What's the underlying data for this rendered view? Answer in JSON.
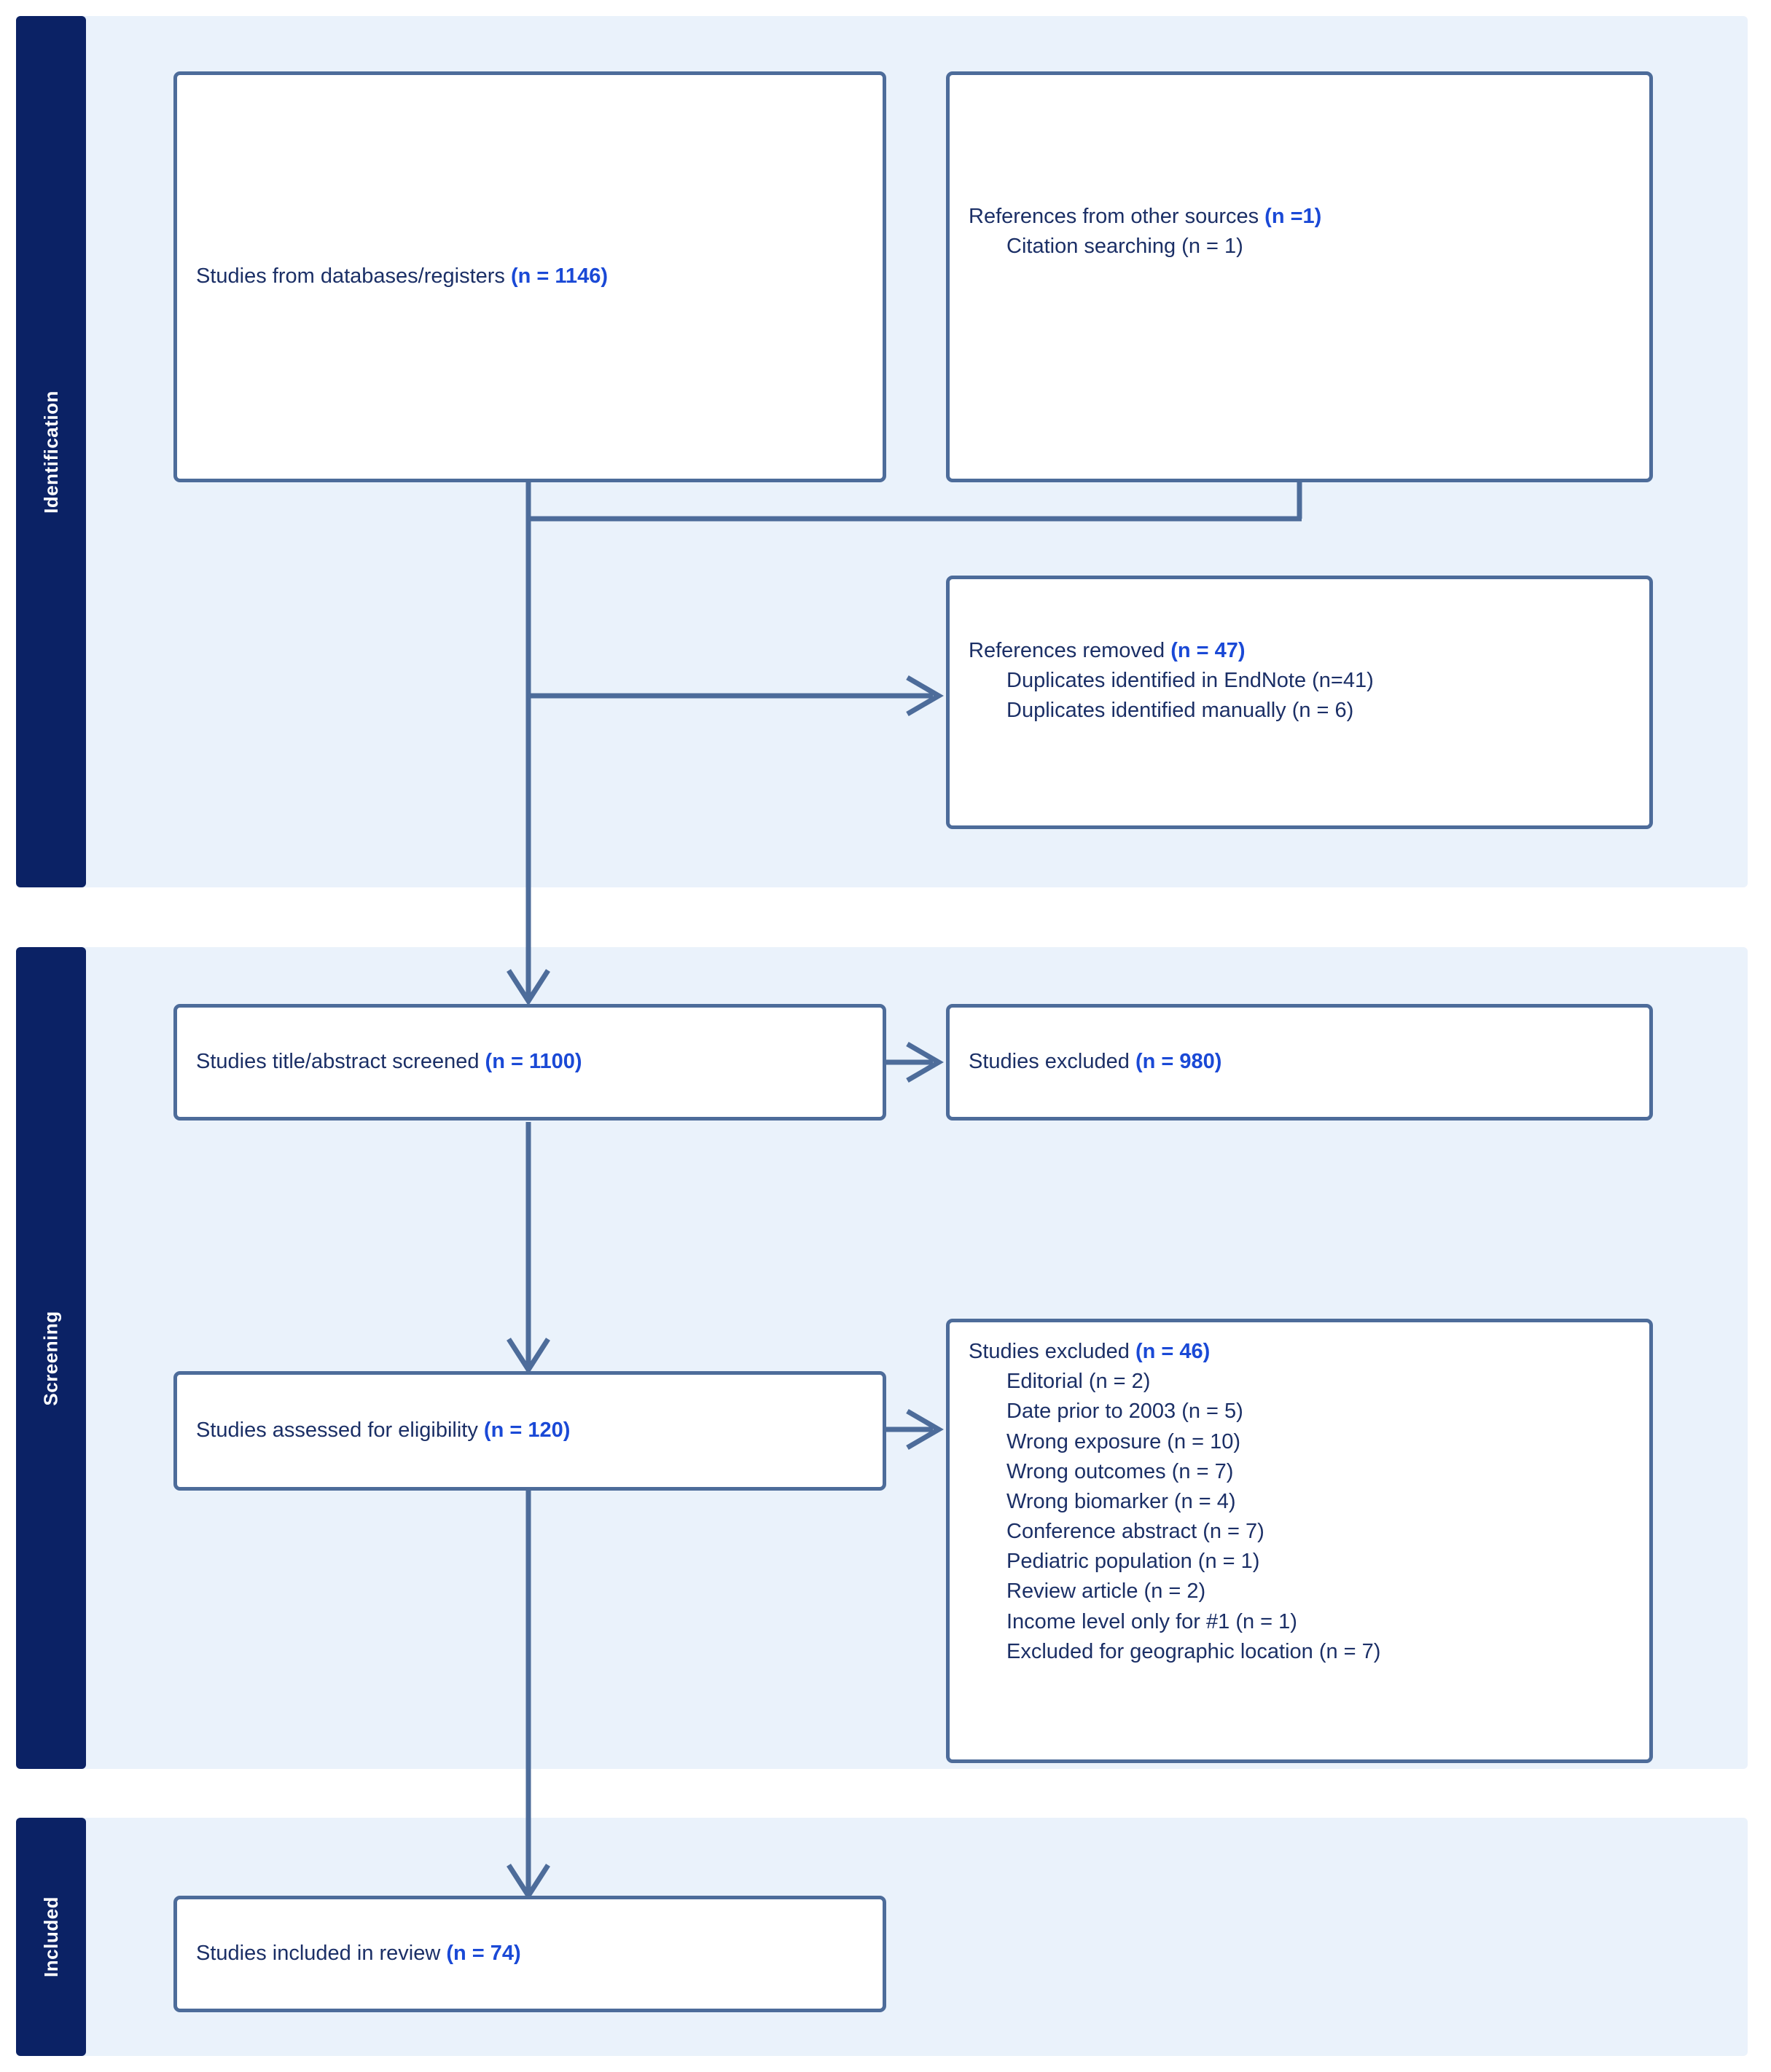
{
  "diagram": {
    "type": "prisma-flow-diagram",
    "accent_color": "#1a49d6",
    "text_color": "#1b2f66",
    "box_border_color": "#4d6c9a",
    "panel_color": "#eaf2fb",
    "tab_color": "#0b2265"
  },
  "stages": [
    {
      "id": "identification",
      "label": "Identification"
    },
    {
      "id": "screening",
      "label": "Screening"
    },
    {
      "id": "included",
      "label": "Included"
    }
  ],
  "boxes": {
    "databases": {
      "lines": [
        {
          "text": "Studies from databases/registers ",
          "accent": "(n = 1146)",
          "sub": false
        }
      ]
    },
    "other_sources": {
      "lines": [
        {
          "text": "References from other sources ",
          "accent": "(n =1)",
          "sub": false
        },
        {
          "text": "Citation searching (n = 1)",
          "accent": "",
          "sub": true
        }
      ]
    },
    "references_removed": {
      "lines": [
        {
          "text": "References removed ",
          "accent": "(n = 47)",
          "sub": false
        },
        {
          "text": "Duplicates identified in EndNote (n=41)",
          "accent": "",
          "sub": true
        },
        {
          "text": "Duplicates identified manually (n = 6)",
          "accent": "",
          "sub": true
        }
      ]
    },
    "title_abstract_screened": {
      "lines": [
        {
          "text": "Studies title/abstract screened ",
          "accent": "(n = 1100)",
          "sub": false
        }
      ]
    },
    "screened_excluded": {
      "lines": [
        {
          "text": "Studies excluded ",
          "accent": "(n = 980)",
          "sub": false
        }
      ]
    },
    "eligibility": {
      "lines": [
        {
          "text": "Studies assessed for eligibility ",
          "accent": "(n = 120)",
          "sub": false
        }
      ]
    },
    "eligibility_excluded": {
      "lines": [
        {
          "text": "Studies excluded ",
          "accent": "(n = 46)",
          "sub": false
        },
        {
          "text": "Editorial (n = 2)",
          "accent": "",
          "sub": true
        },
        {
          "text": "Date prior to 2003 (n = 5)",
          "accent": "",
          "sub": true
        },
        {
          "text": "Wrong exposure (n = 10)",
          "accent": "",
          "sub": true
        },
        {
          "text": "Wrong outcomes (n = 7)",
          "accent": "",
          "sub": true
        },
        {
          "text": "Wrong biomarker (n = 4)",
          "accent": "",
          "sub": true
        },
        {
          "text": "Conference abstract (n = 7)",
          "accent": "",
          "sub": true
        },
        {
          "text": "Pediatric population (n = 1)",
          "accent": "",
          "sub": true
        },
        {
          "text": "Review article (n = 2)",
          "accent": "",
          "sub": true
        },
        {
          "text": "Income level only for #1 (n = 1)",
          "accent": "",
          "sub": true
        },
        {
          "text": "Excluded for geographic location (n = 7)",
          "accent": "",
          "sub": true
        }
      ]
    },
    "included": {
      "lines": [
        {
          "text": "Studies included in review ",
          "accent": "(n = 74)",
          "sub": false
        }
      ]
    }
  }
}
